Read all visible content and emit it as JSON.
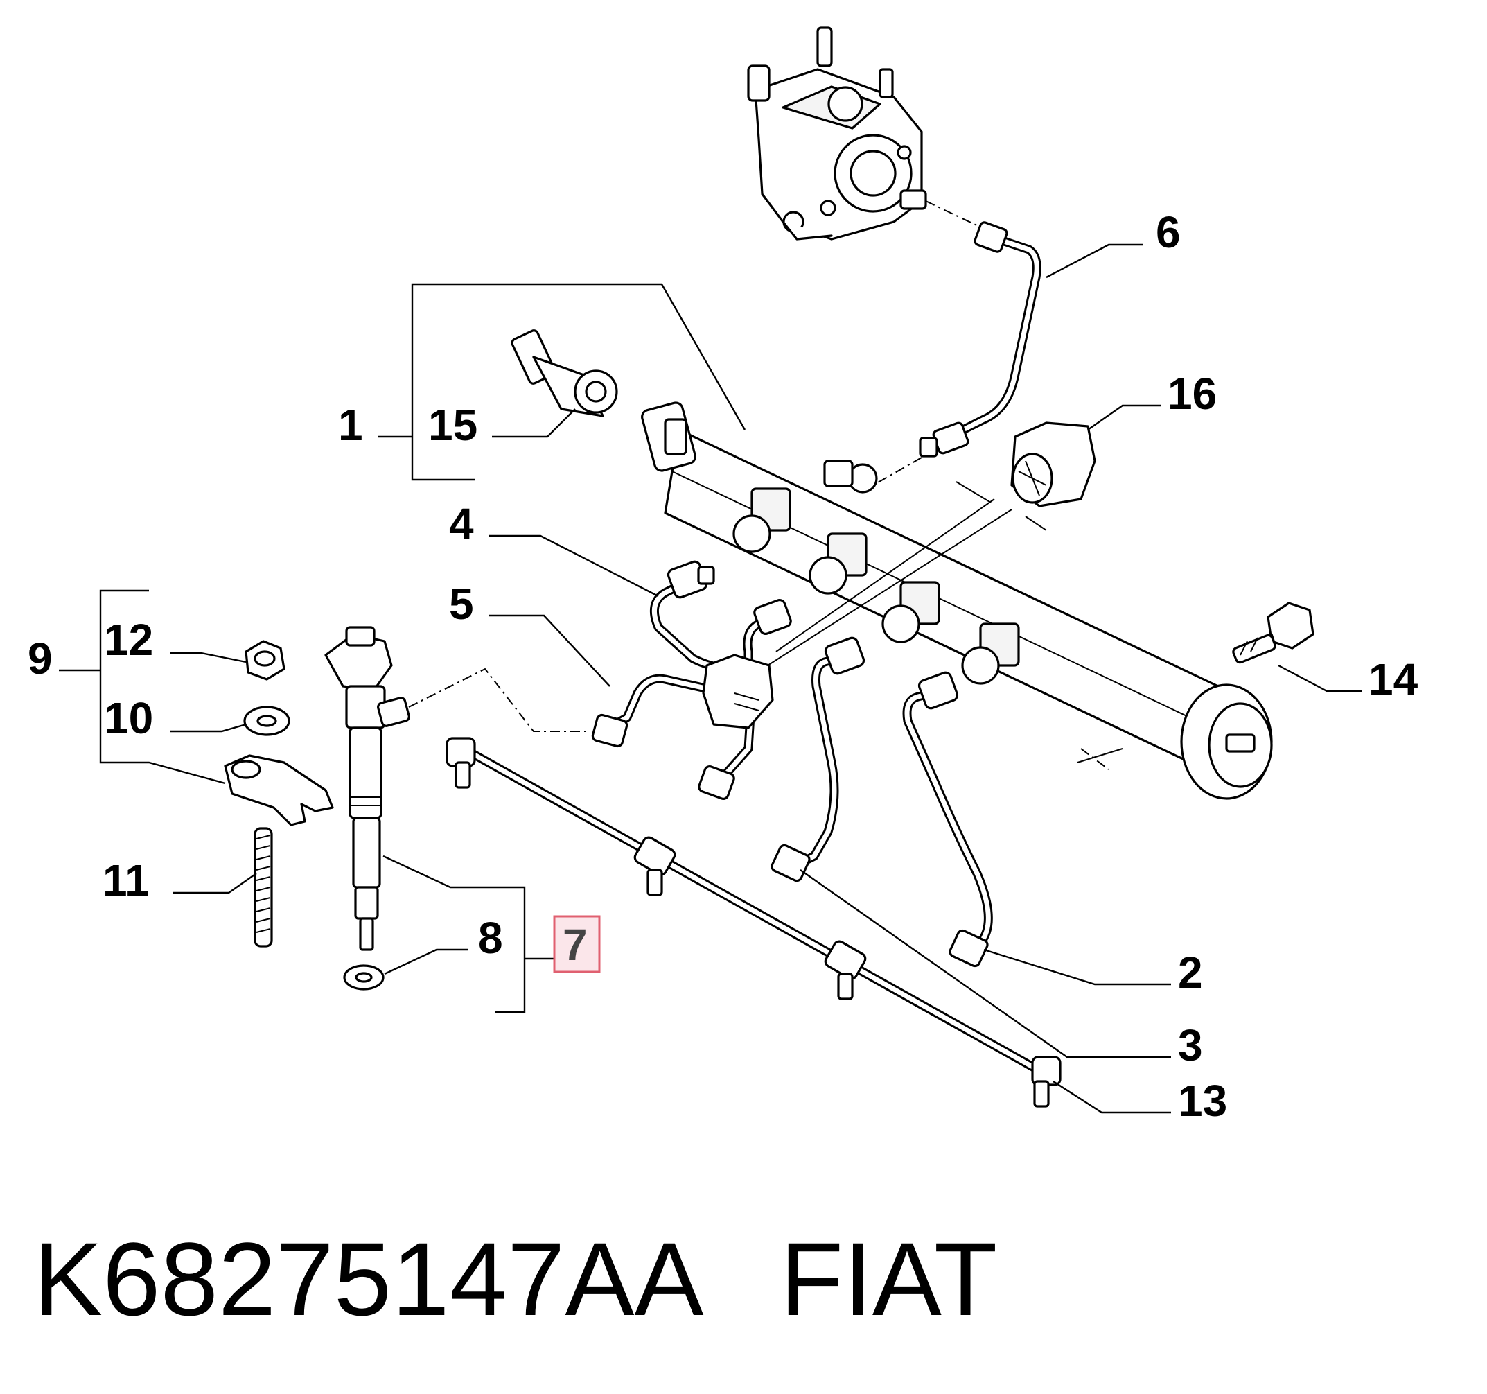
{
  "diagram": {
    "labels": {
      "l1": "1",
      "l2": "2",
      "l3": "3",
      "l4": "4",
      "l5": "5",
      "l6": "6",
      "l7": "7",
      "l8": "8",
      "l9": "9",
      "l10": "10",
      "l11": "11",
      "l12": "12",
      "l13": "13",
      "l14": "14",
      "l15": "15",
      "l16": "16"
    },
    "highlighted_label": "7",
    "highlight_color": "#e06070"
  },
  "footer": {
    "part_number": "K68275147AA",
    "brand": "FIAT"
  }
}
